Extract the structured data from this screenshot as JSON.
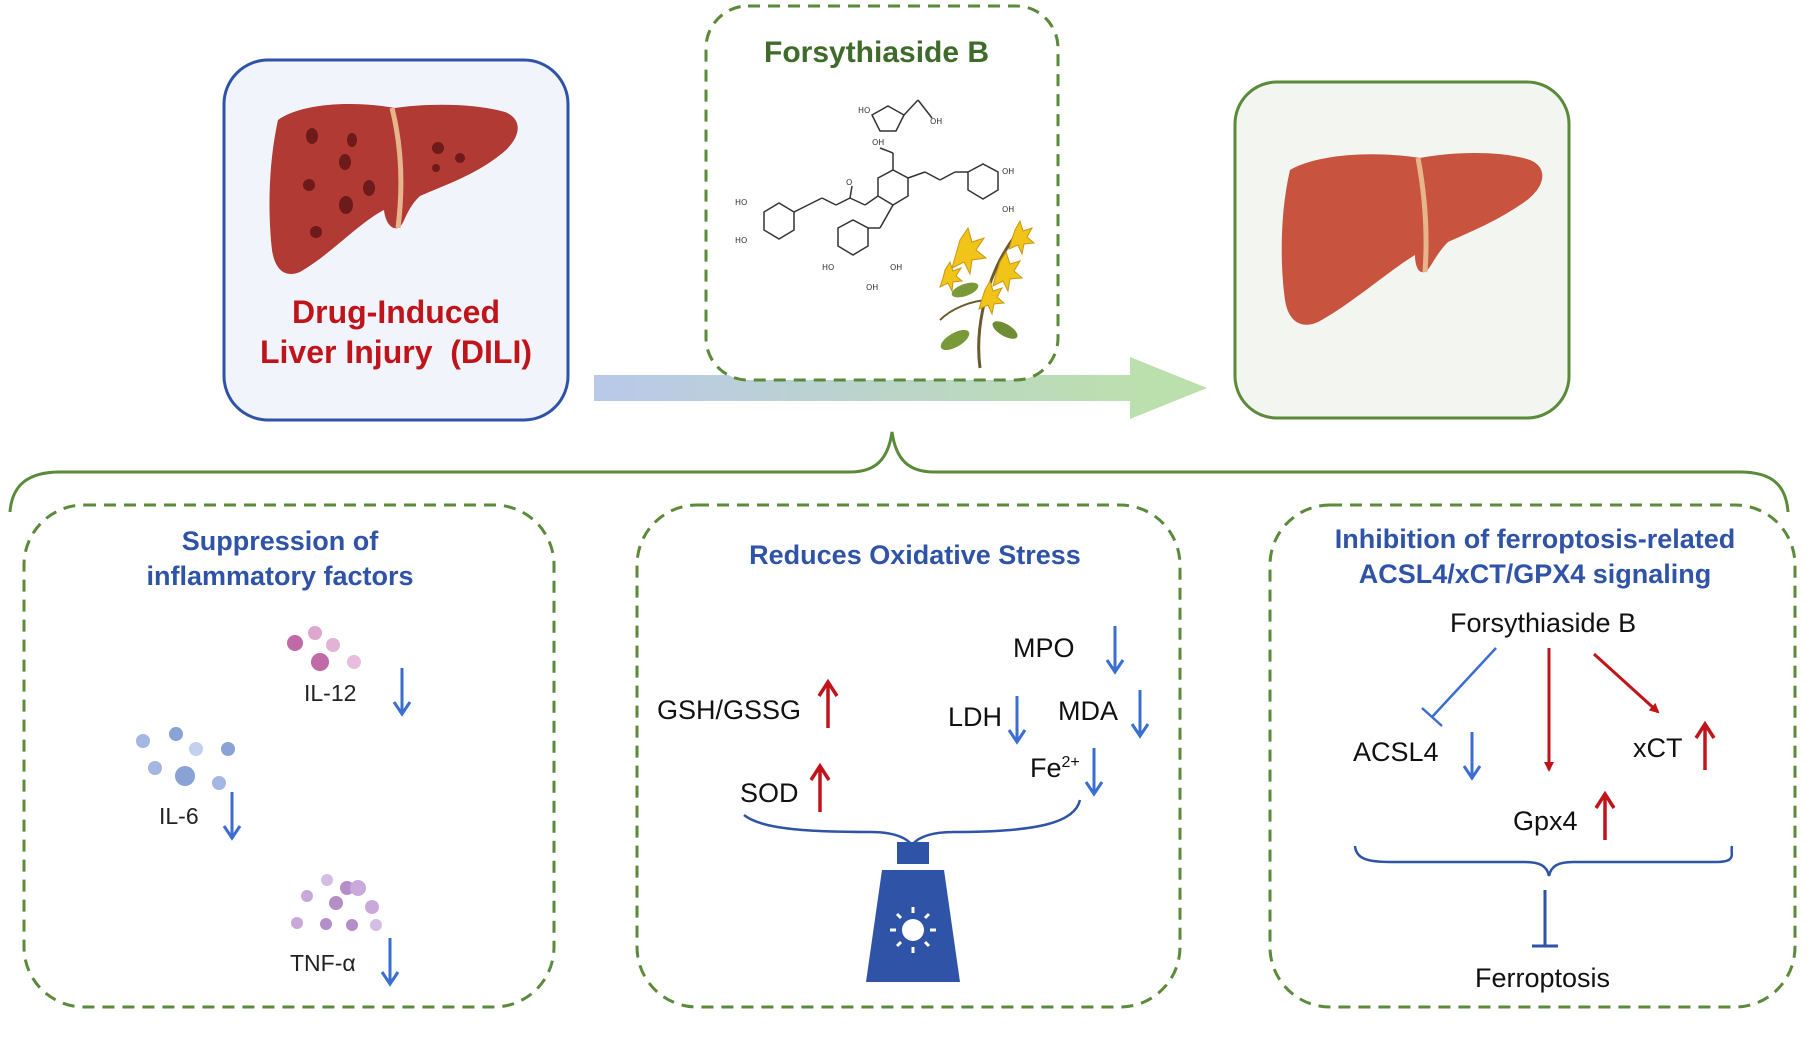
{
  "colors": {
    "green_frame": "#5a8a3a",
    "blue_frame": "#2f53a7",
    "red_text": "#c0141b",
    "title_blue": "#2f53a7",
    "up_arrow": "#c0141b",
    "down_arrow": "#3a6fd1",
    "liver": "#c8543f",
    "damaged_liver": "#b23a34"
  },
  "top": {
    "compound_title": "Forsythiaside B",
    "dili_label_line1": "Drug-Induced",
    "dili_label_line2": "Liver Injury  (DILI)"
  },
  "chem_labels": {
    "ho1": "HO",
    "oh1": "OH",
    "oh2": "OH",
    "oh_left1": "HO",
    "oh_left2": "HO",
    "oh_right1": "OH",
    "oh_right2": "OH",
    "o_ring": "O",
    "oh_sugar1": "HO",
    "oh_sugar2": "OH",
    "oh_sugar3": "OH"
  },
  "panels": {
    "inflammation": {
      "title_line1": "Suppression of",
      "title_line2": "inflammatory factors",
      "il12": "IL-12",
      "il6": "IL-6",
      "tnf": "TNF-α",
      "il12_color": "#c06aa8",
      "il6_color": "#8aa2d6",
      "tnf_color": "#b48ec8"
    },
    "oxidative": {
      "title": "Reduces Oxidative Stress",
      "gsh": "GSH/GSSG",
      "sod": "SOD",
      "mpo": "MPO",
      "ldh": "LDH",
      "mda": "MDA",
      "fe": "Fe",
      "fe_sup": "2+",
      "sunscreen_color": "#2f53a7"
    },
    "ferroptosis": {
      "title_line1": "Inhibition of ferroptosis-related",
      "title_line2": "ACSL4/xCT/GPX4 signaling",
      "drug": "Forsythiaside B",
      "acsl4": "ACSL4",
      "xct": "xCT",
      "gpx4": "Gpx4",
      "outcome": "Ferroptosis"
    }
  }
}
